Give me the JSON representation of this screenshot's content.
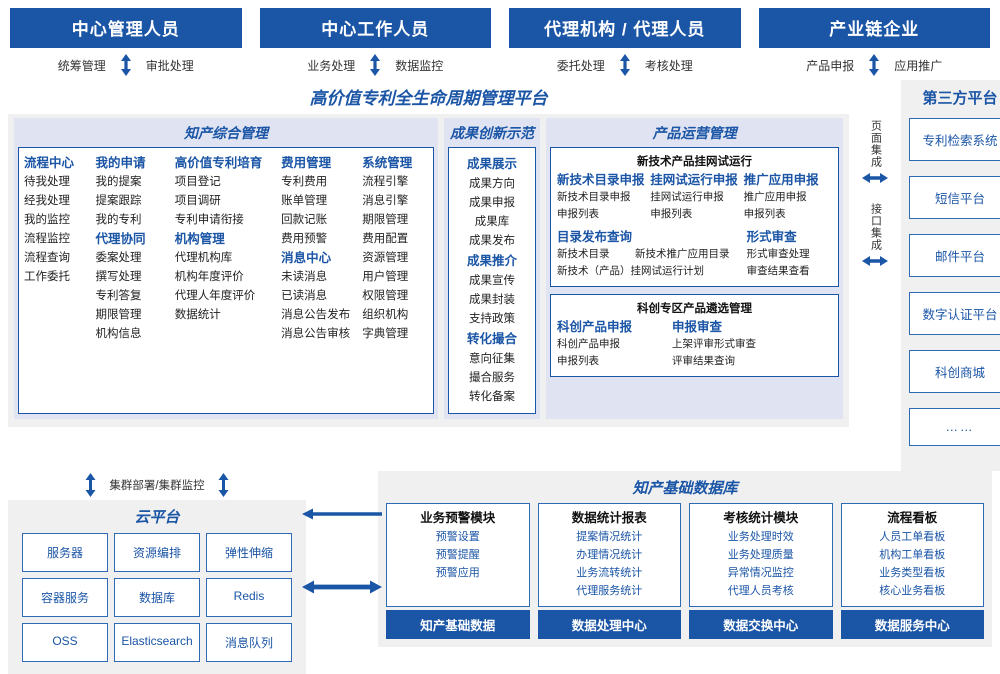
{
  "roles": [
    {
      "title": "中心管理人员",
      "actions": [
        "统筹管理",
        "审批处理"
      ]
    },
    {
      "title": "中心工作人员",
      "actions": [
        "业务处理",
        "数据监控"
      ]
    },
    {
      "title": "代理机构 / 代理人员",
      "actions": [
        "委托处理",
        "考核处理"
      ]
    },
    {
      "title": "产业链企业",
      "actions": [
        "产品申报",
        "应用推广"
      ]
    }
  ],
  "main_title": "高价值专利全生命周期管理平台",
  "sections": {
    "zhichan": {
      "title": "知产综合管理",
      "columns": [
        {
          "groups": [
            {
              "head": "流程中心",
              "items": [
                "待我处理",
                "经我处理",
                "我的监控",
                "流程监控",
                "流程查询",
                "工作委托"
              ]
            }
          ]
        },
        {
          "groups": [
            {
              "head": "我的申请",
              "items": [
                "我的提案",
                "提案跟踪",
                "我的专利"
              ]
            },
            {
              "head": "代理协同",
              "items": [
                "委案处理",
                "撰写处理",
                "专利答复",
                "期限管理",
                "机构信息"
              ]
            }
          ]
        },
        {
          "groups": [
            {
              "head": "高价值专利培育",
              "items": [
                "项目登记",
                "项目调研",
                "专利申请衔接"
              ]
            },
            {
              "head": "机构管理",
              "items": [
                "代理机构库",
                "机构年度评价",
                "代理人年度评价",
                "数据统计"
              ]
            }
          ]
        },
        {
          "groups": [
            {
              "head": "费用管理",
              "items": [
                "专利费用",
                "账单管理",
                "回款记账",
                "费用预警"
              ]
            },
            {
              "head": "消息中心",
              "items": [
                "未读消息",
                "已读消息",
                "消息公告发布",
                "消息公告审核"
              ]
            }
          ]
        },
        {
          "groups": [
            {
              "head": "系统管理",
              "items": [
                "流程引擎",
                "消息引擎",
                "期限管理",
                "费用配置",
                "资源管理",
                "用户管理",
                "权限管理",
                "组织机构",
                "字典管理"
              ]
            }
          ]
        }
      ]
    },
    "chengguo": {
      "title": "成果创新示范",
      "groups": [
        {
          "head": "成果展示",
          "items": [
            "成果方向",
            "成果申报",
            "成果库",
            "成果发布"
          ]
        },
        {
          "head": "成果推介",
          "items": [
            "成果宣传",
            "成果封装",
            "支持政策"
          ]
        },
        {
          "head": "转化撮合",
          "items": [
            "意向征集",
            "撮合服务",
            "转化备案"
          ]
        }
      ]
    },
    "chanpin": {
      "title": "产品运营管理",
      "subboxes": [
        {
          "title": "新技术产品挂网试运行",
          "columns": [
            {
              "head": "新技术目录申报",
              "items": [
                "新技术目录申报",
                "申报列表"
              ]
            },
            {
              "head": "挂网试运行申报",
              "items": [
                "挂网试运行申报",
                "申报列表"
              ]
            },
            {
              "head": "推广应用申报",
              "items": [
                "推广应用申报",
                "申报列表"
              ]
            }
          ],
          "row2": {
            "left_head": "目录发布查询",
            "right_head": "形式审查",
            "left_items": [
              "新技术目录",
              "新技术推广应用目录",
              "新技术（产品）挂网试运行计划"
            ],
            "right_items": [
              "形式审查处理",
              "审查结果查看"
            ]
          }
        },
        {
          "title": "科创专区产品遴选管理",
          "columns2": [
            {
              "head": "科创产品申报",
              "items": [
                "科创产品申报",
                "申报列表"
              ]
            },
            {
              "head": "申报审查",
              "items": [
                "上架评审形式审查",
                "评审结果查询"
              ]
            }
          ]
        }
      ]
    }
  },
  "integration": {
    "page_label": "页面集成",
    "api_label": "接口集成"
  },
  "third_party": {
    "title": "第三方平台",
    "items": [
      "专利检索系统",
      "短信平台",
      "邮件平台",
      "数字认证平台",
      "科创商城",
      "……"
    ]
  },
  "cloud": {
    "cluster_label": "集群部署/集群监控",
    "title": "云平台",
    "cells": [
      "服务器",
      "资源编排",
      "弹性伸缩",
      "容器服务",
      "数据库",
      "Redis",
      "OSS",
      "Elasticsearch",
      "消息队列"
    ]
  },
  "database": {
    "title": "知产基础数据库",
    "columns": [
      {
        "head": "业务预警模块",
        "items": [
          "预警设置",
          "预警提醒",
          "预警应用"
        ],
        "foot": "知产基础数据"
      },
      {
        "head": "数据统计报表",
        "items": [
          "提案情况统计",
          "办理情况统计",
          "业务流转统计",
          "代理服务统计"
        ],
        "foot": "数据处理中心"
      },
      {
        "head": "考核统计模块",
        "items": [
          "业务处理时效",
          "业务处理质量",
          "异常情况监控",
          "代理人员考核"
        ],
        "foot": "数据交换中心"
      },
      {
        "head": "流程看板",
        "items": [
          "人员工单看板",
          "机构工单看板",
          "业务类型看板",
          "核心业务看板"
        ],
        "foot": "数据服务中心"
      }
    ]
  },
  "colors": {
    "brand": "#1B55A6",
    "panel_bg": "#f0f0f0",
    "section_bg": "#dfe3f2"
  }
}
